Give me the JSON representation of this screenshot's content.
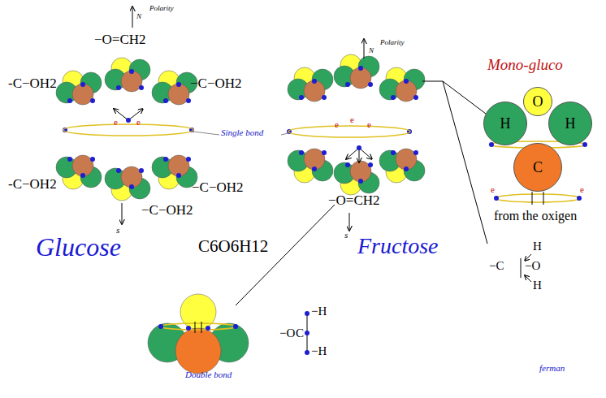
{
  "diagram": {
    "nodes": [
      {
        "text": [
          "O"
        ]
      },
      {
        "text": [
          "H"
        ]
      },
      {
        "text": [
          "H"
        ]
      },
      {
        "text": [
          "C"
        ]
      }
    ],
    "labels": [
      "Polarity",
      "N",
      "−O=CH2",
      "-C−OH2",
      "−C−OH2",
      "e",
      "e",
      "Single bond",
      "-C−OH2",
      "−C−OH2",
      "s",
      "−C−OH2",
      "Glucose",
      "C6O6H12",
      "N",
      "Polarity",
      "e",
      "e",
      "e",
      "−O=CH2",
      "s",
      "Fructose",
      "Mono-gluco",
      "e",
      "e",
      "from the oxigen",
      "H",
      "−C",
      "−O",
      "H",
      "Double bond",
      "−O",
      "C",
      "−H",
      "−H",
      "ferman"
    ]
  }
}
